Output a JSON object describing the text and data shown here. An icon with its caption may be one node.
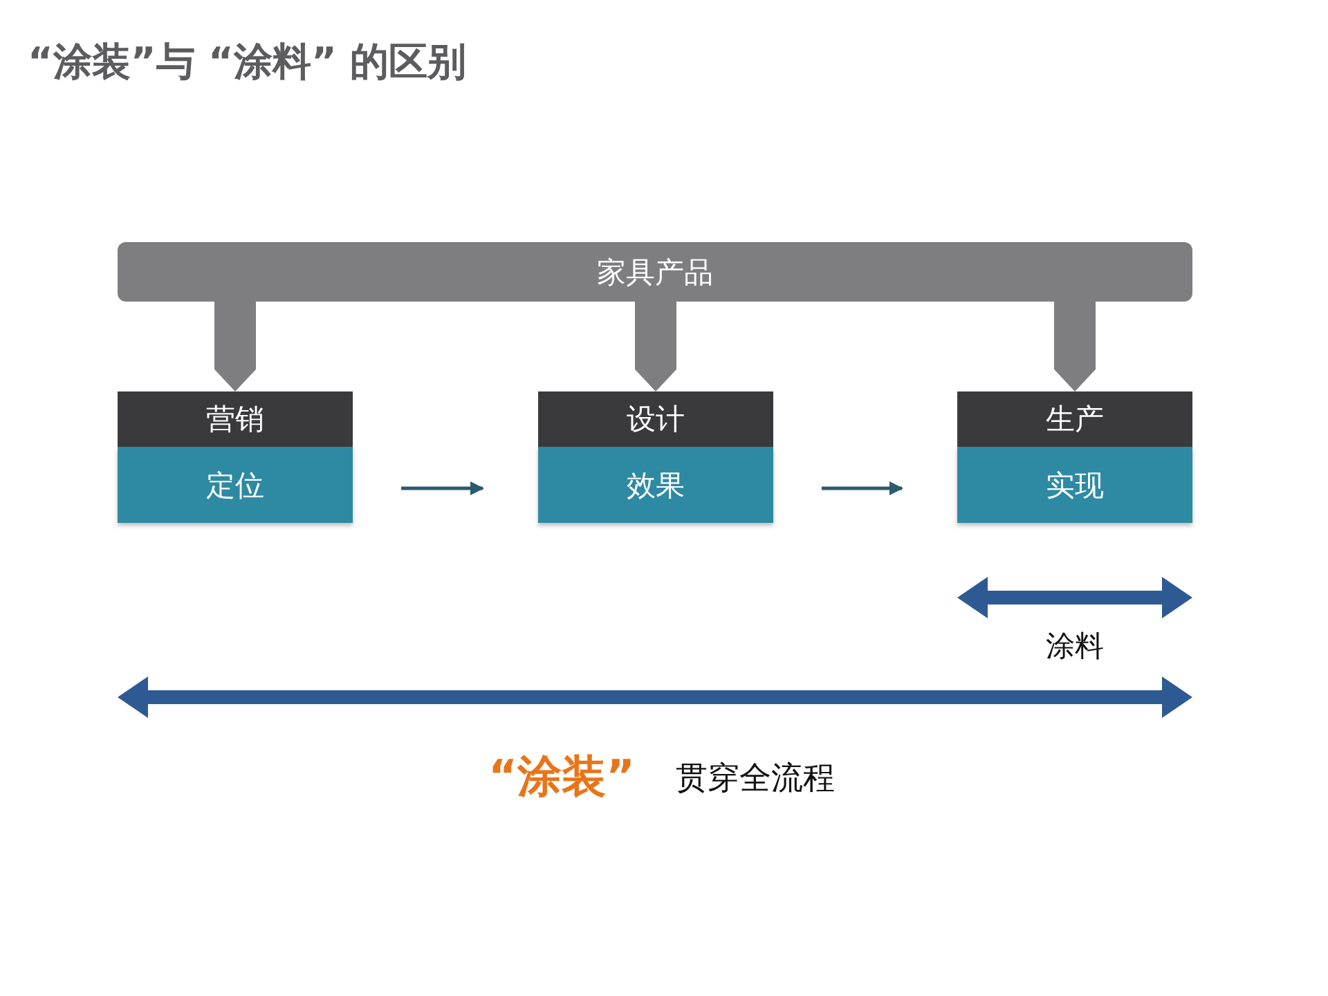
{
  "diagram": {
    "title": "“涂装”与 “涂料” 的区别",
    "nodes": [
      {
        "text": [
          "家具产品"
        ]
      },
      {
        "text": [
          "营销",
          "定位"
        ]
      },
      {
        "text": [
          "设计",
          "效果"
        ]
      },
      {
        "text": [
          "生产",
          "实现"
        ]
      }
    ],
    "edges": [
      {
        "from": 0,
        "to": 1,
        "arrow": "to"
      },
      {
        "from": 0,
        "to": 2,
        "arrow": "to"
      },
      {
        "from": 0,
        "to": 3,
        "arrow": "to"
      },
      {
        "from": 1,
        "to": 2,
        "arrow": "to",
        "color": "#2a5b6e"
      },
      {
        "from": 2,
        "to": 3,
        "arrow": "to",
        "color": "#2a5b6e"
      }
    ],
    "labels": [
      "涂料",
      "“涂装”",
      "贯穿全流程"
    ]
  }
}
